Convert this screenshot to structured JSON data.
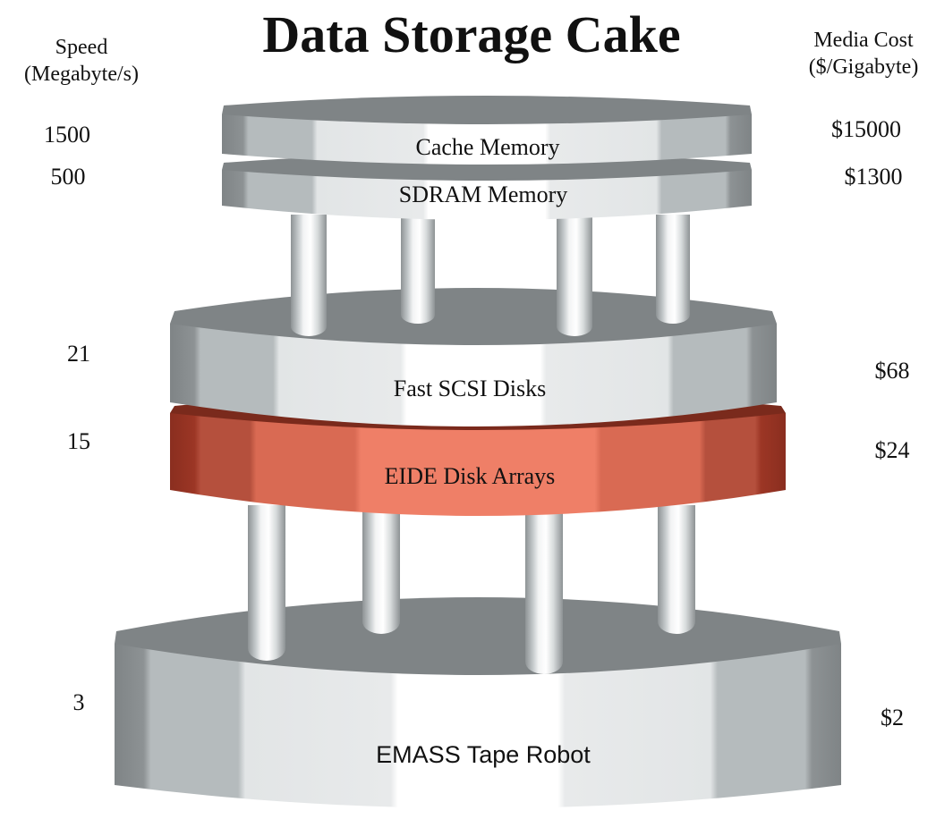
{
  "title": "Data Storage Cake",
  "speed_header": {
    "line1": "Speed",
    "line2": "(Megabyte/s)"
  },
  "cost_header": {
    "line1": "Media Cost",
    "line2": "($/Gigabyte)"
  },
  "tiers": [
    {
      "name": "Cache Memory",
      "speed": "1500",
      "cost": "$15000"
    },
    {
      "name": "SDRAM Memory",
      "speed": "500",
      "cost": "$1300"
    },
    {
      "name": "Fast SCSI Disks",
      "speed": "21",
      "cost": "$68"
    },
    {
      "name": "EIDE Disk Arrays",
      "speed": "15",
      "cost": "$24"
    },
    {
      "name": "EMASS Tape Robot",
      "speed": "3",
      "cost": "$2"
    }
  ],
  "colors": {
    "top_gray": "#7f8486",
    "side_light": "#e6e8e9",
    "side_mid": "#b5bbbd",
    "side_dark": "#7f8486",
    "eide_top": "#7a2a1c",
    "eide_light": "#ef7f67",
    "eide_mid": "#d96a53",
    "eide_dark": "#b5503d",
    "eide_edge": "#8a2e1f"
  }
}
